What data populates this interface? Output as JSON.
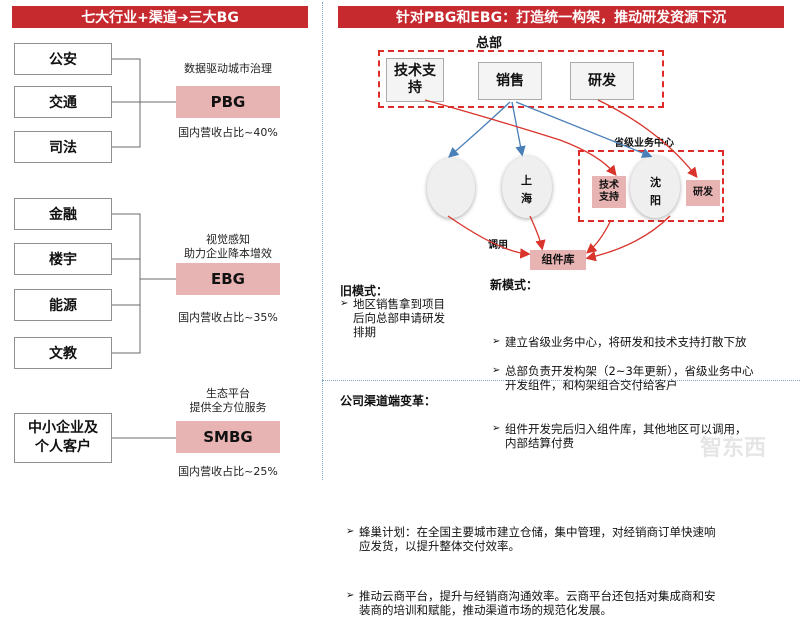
{
  "left": {
    "header": "七大行业+渠道➔三大BG",
    "group1": {
      "industries": [
        "公安",
        "交通",
        "司法"
      ],
      "desc": "数据驱动城市治理",
      "bg": "PBG",
      "share": "国内营收占比~40%"
    },
    "group2": {
      "industries": [
        "金融",
        "楼宇",
        "能源",
        "文教"
      ],
      "desc_line1": "视觉感知",
      "desc_line2": "助力企业降本增效",
      "bg": "EBG",
      "share": "国内营收占比~35%"
    },
    "group3": {
      "industry_line1": "中小企业及",
      "industry_line2": "个人客户",
      "desc_line1": "生态平台",
      "desc_line2": "提供全方位服务",
      "bg": "SMBG",
      "share": "国内营收占比~25%"
    }
  },
  "right": {
    "header": "针对PBG和EBG：打造统一构架，推动研发资源下沉",
    "hq_label": "总部",
    "hq_nodes": {
      "tech_line1": "技术支",
      "tech_line2": "持",
      "sales": "销售",
      "rd": "研发"
    },
    "province_label": "省级业务中心",
    "shanghai_line1": "上",
    "shanghai_line2": "海",
    "shenyang_line1": "沈",
    "shenyang_line2": "阳",
    "prov_tech_line1": "技术",
    "prov_tech_line2": "支持",
    "prov_rd": "研发",
    "call_label": "调用",
    "component_lib": "组件库",
    "old_model": {
      "title": "旧模式：",
      "bullets": [
        {
          "line1": "地区销售拿到项目",
          "line2": "后向总部申请研发",
          "line3": "排期"
        }
      ]
    },
    "new_model": {
      "title": "新模式：",
      "b1": "建立省级业务中心，将研发和技术支持打散下放",
      "b2_line1": "总部负责开发构架（2~3年更新），省级业务中心",
      "b2_line2": "开发组件，和构架组合交付给客户",
      "b3_line1": "组件开发完后归入组件库，其他地区可以调用，",
      "b3_line2": "内部结算付费"
    },
    "channel": {
      "title": "公司渠道端变革：",
      "b1_line1": "蜂巢计划：在全国主要城市建立仓储，集中管理，对经销商订单快速响",
      "b1_line2": "应发货，以提升整体交付效率。",
      "b2_line1": "推动云商平台，提升与经销商沟通效率。云商平台还包括对集成商和安",
      "b2_line2": "装商的培训和赋能，推动渠道市场的规范化发展。"
    },
    "watermark": "智东西"
  },
  "colors": {
    "header_red": "#c62a2f",
    "pink": "#e8b3b3",
    "dash_red": "#e02b2b",
    "arrow_red": "#d9342b",
    "arrow_blue": "#4a7fb8"
  }
}
